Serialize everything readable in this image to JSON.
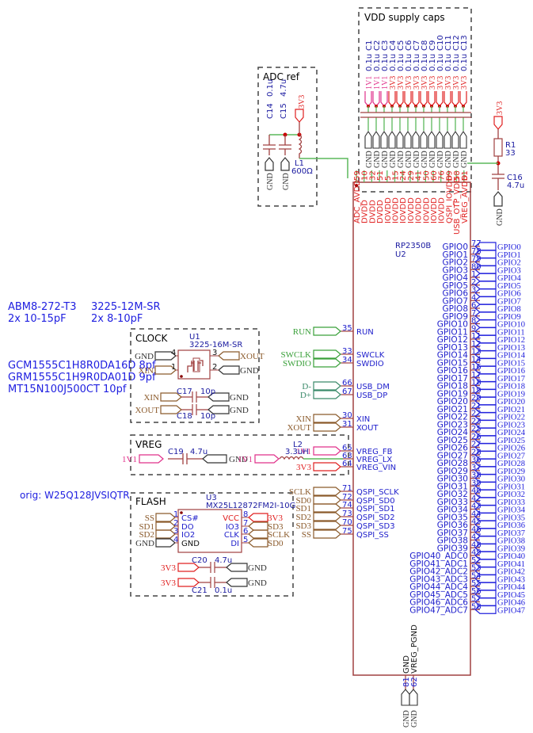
{
  "notes": {
    "crystal1": [
      "ABM8-272-T3",
      "2x 10-15pF"
    ],
    "crystal2": [
      "3225-12M-SR",
      "2x 8-10pF"
    ],
    "caps": [
      "GCM1555C1H8R0DA16D 8pf",
      "GRM1555C1H9R0DA01D 9pf",
      "MT15N100J500CT 10pf"
    ],
    "flash_orig": "orig: W25Q128JVSIQTR"
  },
  "vdd_caps": {
    "title": "VDD supply caps",
    "caps": [
      {
        "ref": "C1",
        "value": "0.1u",
        "rail": "1V1"
      },
      {
        "ref": "C2",
        "value": "0.1u",
        "rail": "1V1"
      },
      {
        "ref": "C3",
        "value": "0.1u",
        "rail": "1V1"
      },
      {
        "ref": "C4",
        "value": "0.1u",
        "rail": "3V3"
      },
      {
        "ref": "C5",
        "value": "0.1u",
        "rail": "3V3"
      },
      {
        "ref": "C6",
        "value": "0.1u",
        "rail": "3V3"
      },
      {
        "ref": "C7",
        "value": "0.1u",
        "rail": "3V3"
      },
      {
        "ref": "C8",
        "value": "0.1u",
        "rail": "3V3"
      },
      {
        "ref": "C9",
        "value": "0.1u",
        "rail": "3V3"
      },
      {
        "ref": "C10",
        "value": "0.1u",
        "rail": "3V3"
      },
      {
        "ref": "C11",
        "value": "0.1u",
        "rail": "3V3"
      },
      {
        "ref": "C12",
        "value": "0.1u",
        "rail": "3V3"
      },
      {
        "ref": "C13",
        "value": "0.1u",
        "rail": "3V3"
      }
    ],
    "gnd_label": "GND"
  },
  "adc_ref": {
    "title": "ADC ref",
    "c14": {
      "ref": "C14",
      "value": "0.1u"
    },
    "c15": {
      "ref": "C15",
      "value": "4.7u"
    },
    "l1": {
      "ref": "L1",
      "value": "600Ω"
    },
    "rail": "3V3",
    "gnd": "GND"
  },
  "vreg_avdd": {
    "rail": "3V3",
    "r1": {
      "ref": "R1",
      "value": "33"
    },
    "c16": {
      "ref": "C16",
      "value": "4.7u"
    },
    "gnd": "GND"
  },
  "u2": {
    "part": "RP2350B",
    "ref": "U2",
    "top_pins": [
      {
        "num": "59",
        "name": "ADC_AVDD"
      },
      {
        "num": "10",
        "name": "DVDD"
      },
      {
        "num": "32",
        "name": "DVDD"
      },
      {
        "num": "51",
        "name": "DVDD"
      },
      {
        "num": "5",
        "name": "IOVDD"
      },
      {
        "num": "15",
        "name": "IOVDD"
      },
      {
        "num": "24",
        "name": "IOVDD"
      },
      {
        "num": "29",
        "name": "IOVDD"
      },
      {
        "num": "41",
        "name": "IOVDD"
      },
      {
        "num": "50",
        "name": "IOVDD"
      },
      {
        "num": "60",
        "name": "IOVDD"
      },
      {
        "num": "76",
        "name": "IOVDD"
      },
      {
        "num": "69",
        "name": "QSPI_IOVDD"
      },
      {
        "num": "58",
        "name": "USB_OTP_VDD"
      },
      {
        "num": "61",
        "name": "VREG_AVDD"
      }
    ],
    "left_pins": [
      {
        "num": "35",
        "name": "RUN",
        "net": "RUN",
        "group": "green"
      },
      {
        "num": "33",
        "name": "SWCLK",
        "net": "SWCLK",
        "group": "green"
      },
      {
        "num": "34",
        "name": "SWDIO",
        "net": "SWDIO",
        "group": "green"
      },
      {
        "num": "66",
        "name": "USB_DM",
        "net": "D-",
        "group": "teal"
      },
      {
        "num": "67",
        "name": "USB_DP",
        "net": "D+",
        "group": "teal"
      },
      {
        "num": "30",
        "name": "XIN",
        "net": "XIN",
        "group": "brown"
      },
      {
        "num": "31",
        "name": "XOUT",
        "net": "XOUT",
        "group": "brown"
      },
      {
        "num": "65",
        "name": "VREG_FB",
        "net": "1V1",
        "group": "pink"
      },
      {
        "num": "63",
        "name": "VREG_LX",
        "net": "",
        "group": "wire"
      },
      {
        "num": "64",
        "name": "VREG_VIN",
        "net": "3V3",
        "group": "red"
      },
      {
        "num": "71",
        "name": "QSPI_SCLK",
        "net": "SCLK",
        "group": "brown"
      },
      {
        "num": "72",
        "name": "QSPI_SD0",
        "net": "SD0",
        "group": "brown"
      },
      {
        "num": "74",
        "name": "QSPI_SD1",
        "net": "SD1",
        "group": "brown"
      },
      {
        "num": "73",
        "name": "QSPI_SD2",
        "net": "SD2",
        "group": "brown"
      },
      {
        "num": "70",
        "name": "QSPI_SD3",
        "net": "SD3",
        "group": "brown"
      },
      {
        "num": "75",
        "name": "QSPI_SS",
        "net": "SS",
        "group": "brown"
      }
    ],
    "right_pins": [
      {
        "num": "77",
        "name": "GPIO0",
        "net": "GPIO0"
      },
      {
        "num": "78",
        "name": "GPIO1",
        "net": "GPIO1"
      },
      {
        "num": "79",
        "name": "GPIO2",
        "net": "GPIO2"
      },
      {
        "num": "80",
        "name": "GPIO3",
        "net": "GPIO3"
      },
      {
        "num": "1",
        "name": "GPIO4",
        "net": "GPIO4"
      },
      {
        "num": "2",
        "name": "GPIO5",
        "net": "GPIO5"
      },
      {
        "num": "3",
        "name": "GPIO6",
        "net": "GPIO6"
      },
      {
        "num": "4",
        "name": "GPIO7",
        "net": "GPIO7"
      },
      {
        "num": "6",
        "name": "GPIO8",
        "net": "GPIO8"
      },
      {
        "num": "7",
        "name": "GPIO9",
        "net": "GPIO9"
      },
      {
        "num": "8",
        "name": "GPIO10",
        "net": "GPIO10"
      },
      {
        "num": "9",
        "name": "GPIO11",
        "net": "GPIO11"
      },
      {
        "num": "11",
        "name": "GPIO12",
        "net": "GPIO12"
      },
      {
        "num": "12",
        "name": "GPIO13",
        "net": "GPIO13"
      },
      {
        "num": "13",
        "name": "GPIO14",
        "net": "GPIO14"
      },
      {
        "num": "14",
        "name": "GPIO15",
        "net": "GPIO15"
      },
      {
        "num": "16",
        "name": "GPIO16",
        "net": "GPIO16"
      },
      {
        "num": "17",
        "name": "GPIO17",
        "net": "GPIO17"
      },
      {
        "num": "18",
        "name": "GPIO18",
        "net": "GPIO18"
      },
      {
        "num": "19",
        "name": "GPIO19",
        "net": "GPIO19"
      },
      {
        "num": "20",
        "name": "GPIO20",
        "net": "GPIO20"
      },
      {
        "num": "21",
        "name": "GPIO21",
        "net": "GPIO21"
      },
      {
        "num": "22",
        "name": "GPIO22",
        "net": "GPIO22"
      },
      {
        "num": "23",
        "name": "GPIO23",
        "net": "GPIO23"
      },
      {
        "num": "25",
        "name": "GPIO24",
        "net": "GPIO24"
      },
      {
        "num": "26",
        "name": "GPIO25",
        "net": "GPIO25"
      },
      {
        "num": "27",
        "name": "GPIO26",
        "net": "GPIO26"
      },
      {
        "num": "28",
        "name": "GPIO27",
        "net": "GPIO27"
      },
      {
        "num": "36",
        "name": "GPIO28",
        "net": "GPIO28"
      },
      {
        "num": "37",
        "name": "GPIO29",
        "net": "GPIO29"
      },
      {
        "num": "38",
        "name": "GPIO30",
        "net": "GPIO30"
      },
      {
        "num": "39",
        "name": "GPIO31",
        "net": "GPIO31"
      },
      {
        "num": "40",
        "name": "GPIO32",
        "net": "GPIO32"
      },
      {
        "num": "42",
        "name": "GPIO33",
        "net": "GPIO33"
      },
      {
        "num": "43",
        "name": "GPIO34",
        "net": "GPIO34"
      },
      {
        "num": "44",
        "name": "GPIO35",
        "net": "GPIO35"
      },
      {
        "num": "45",
        "name": "GPIO36",
        "net": "GPIO36"
      },
      {
        "num": "46",
        "name": "GPIO37",
        "net": "GPIO37"
      },
      {
        "num": "47",
        "name": "GPIO38",
        "net": "GPIO38"
      },
      {
        "num": "48",
        "name": "GPIO39",
        "net": "GPIO39"
      },
      {
        "num": "49",
        "name": "GPIO40_ADC0",
        "net": "GPIO40"
      },
      {
        "num": "52",
        "name": "GPIO41_ADC1",
        "net": "GPIO41"
      },
      {
        "num": "53",
        "name": "GPIO42_ADC2",
        "net": "GPIO42"
      },
      {
        "num": "54",
        "name": "GPIO43_ADC3",
        "net": "GPIO43"
      },
      {
        "num": "55",
        "name": "GPIO44_ADC4",
        "net": "GPIO44"
      },
      {
        "num": "56",
        "name": "GPIO45_ADC5",
        "net": "GPIO45"
      },
      {
        "num": "57",
        "name": "GPIO46_ADC6",
        "net": "GPIO46"
      },
      {
        "num": "58",
        "name": "GPIO47_ADC7",
        "net": "GPIO47"
      }
    ],
    "bottom_pins": [
      {
        "num": "81",
        "name": "GND",
        "net": "GND"
      },
      {
        "num": "62",
        "name": "VREG_PGND",
        "net": "GND"
      }
    ]
  },
  "clock": {
    "title": "CLOCK",
    "u1": {
      "ref": "U1",
      "part": "3225-16M-SR"
    },
    "pins": [
      {
        "num": "4",
        "net": "GND",
        "side": "left"
      },
      {
        "num": "1",
        "net": "XIN",
        "side": "left"
      },
      {
        "num": "3",
        "net": "XOUT",
        "side": "right"
      },
      {
        "num": "2",
        "net": "GND",
        "side": "right"
      }
    ],
    "c17": {
      "ref": "C17",
      "value": "10p",
      "left": "XIN",
      "right": "GND"
    },
    "c18": {
      "ref": "C18",
      "value": "10p",
      "left": "XOUT",
      "right": "GND"
    }
  },
  "vreg": {
    "title": "VREG",
    "c19": {
      "ref": "C19",
      "value": "4.7u",
      "left": "1V1",
      "right": "GND"
    },
    "l2": {
      "ref": "L2",
      "value": "3.3uH",
      "left": "1V1"
    }
  },
  "flash": {
    "title": "FLASH",
    "u3": {
      "ref": "U3",
      "part": "MX25L12872FM2I-10G"
    },
    "left_pins": [
      {
        "num": "1",
        "name": "CS#",
        "net": "SS"
      },
      {
        "num": "2",
        "name": "DO",
        "net": "SD1"
      },
      {
        "num": "3",
        "name": "IO2",
        "net": "SD2"
      },
      {
        "num": "4",
        "name": "GND",
        "net": "GND"
      }
    ],
    "right_pins": [
      {
        "num": "8",
        "name": "VCC",
        "net": "3V3"
      },
      {
        "num": "7",
        "name": "IO3",
        "net": "SD3"
      },
      {
        "num": "6",
        "name": "CLK",
        "net": "SCLK"
      },
      {
        "num": "5",
        "name": "DI",
        "net": "SD0"
      }
    ],
    "c20": {
      "ref": "C20",
      "value": "4.7u",
      "left": "3V3",
      "right": "GND"
    },
    "c21": {
      "ref": "C21",
      "value": "0.1u",
      "left": "3V3",
      "right": "GND"
    }
  },
  "colors": {
    "wire": "#5cb85c",
    "component": "#a04040",
    "power_3v3": "#e02020",
    "power_1v1": "#e0308a",
    "gnd": "#333333",
    "signal_green": "#3aa03a",
    "signal_teal": "#3a8a6a",
    "signal_brown": "#8b5a2b",
    "pin_text": "#2020cc",
    "note_text": "#2020e0"
  }
}
